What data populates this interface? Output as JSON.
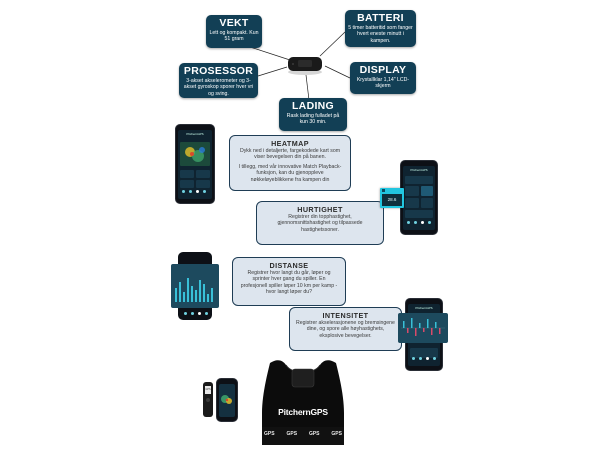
{
  "specs": {
    "weight": {
      "title": "VEKT",
      "text": "Lett og kompakt. Kun 51 gram"
    },
    "battery": {
      "title": "BATTERI",
      "text": "5 timer batteritid som fanger hvert eneste minutt i kampen."
    },
    "processor": {
      "title": "PROSESSOR",
      "text": "3-akset akselerometer og 3-akset gyroskop sporer hver vri og sving."
    },
    "display": {
      "title": "DISPLAY",
      "text": "Krystallklar 1,14\" LCD-skjerm"
    },
    "charging": {
      "title": "LADING",
      "text": "Rask lading fulladet på kun 30 min."
    }
  },
  "features": {
    "heatmap": {
      "title": "HEATMAP",
      "text1": "Dykk ned i detaljerte, fargekodede kart som viser bevegelsen din på banen.",
      "text2": "I tillegg, med vår innovative Match Playback-funksjon, kan du gjenoppleve nøkkeløyeblikkene fra kampen din"
    },
    "speed": {
      "title": "HURTIGHET",
      "text": "Registrer din topphastighet, gjennomsnittshastighet og tilpassede hastighetssoner."
    },
    "distance": {
      "title": "DISTANSE",
      "text": "Registrer hvor langt du går, løper og sprinter hver gang du spiller. En profesjonell spiller løper 10 km per kamp - hvor langt løper du?"
    },
    "intensity": {
      "title": "INTENSITET",
      "text": "Registrer akselerasjonene og bremsingene dine, og spore alle høyhastighets, eksplosive bevegelser."
    }
  },
  "brand": {
    "name": "PitchernGPS",
    "badge": "GPS",
    "app_name": "PitchernGPS",
    "vest_label": "PitchernGPS",
    "band_text": "GPS"
  },
  "colors": {
    "spec_bg": "#123f55",
    "feature_bg": "#dde5ee",
    "highlight": "#22c6e0"
  },
  "highlight_value": "28.6"
}
